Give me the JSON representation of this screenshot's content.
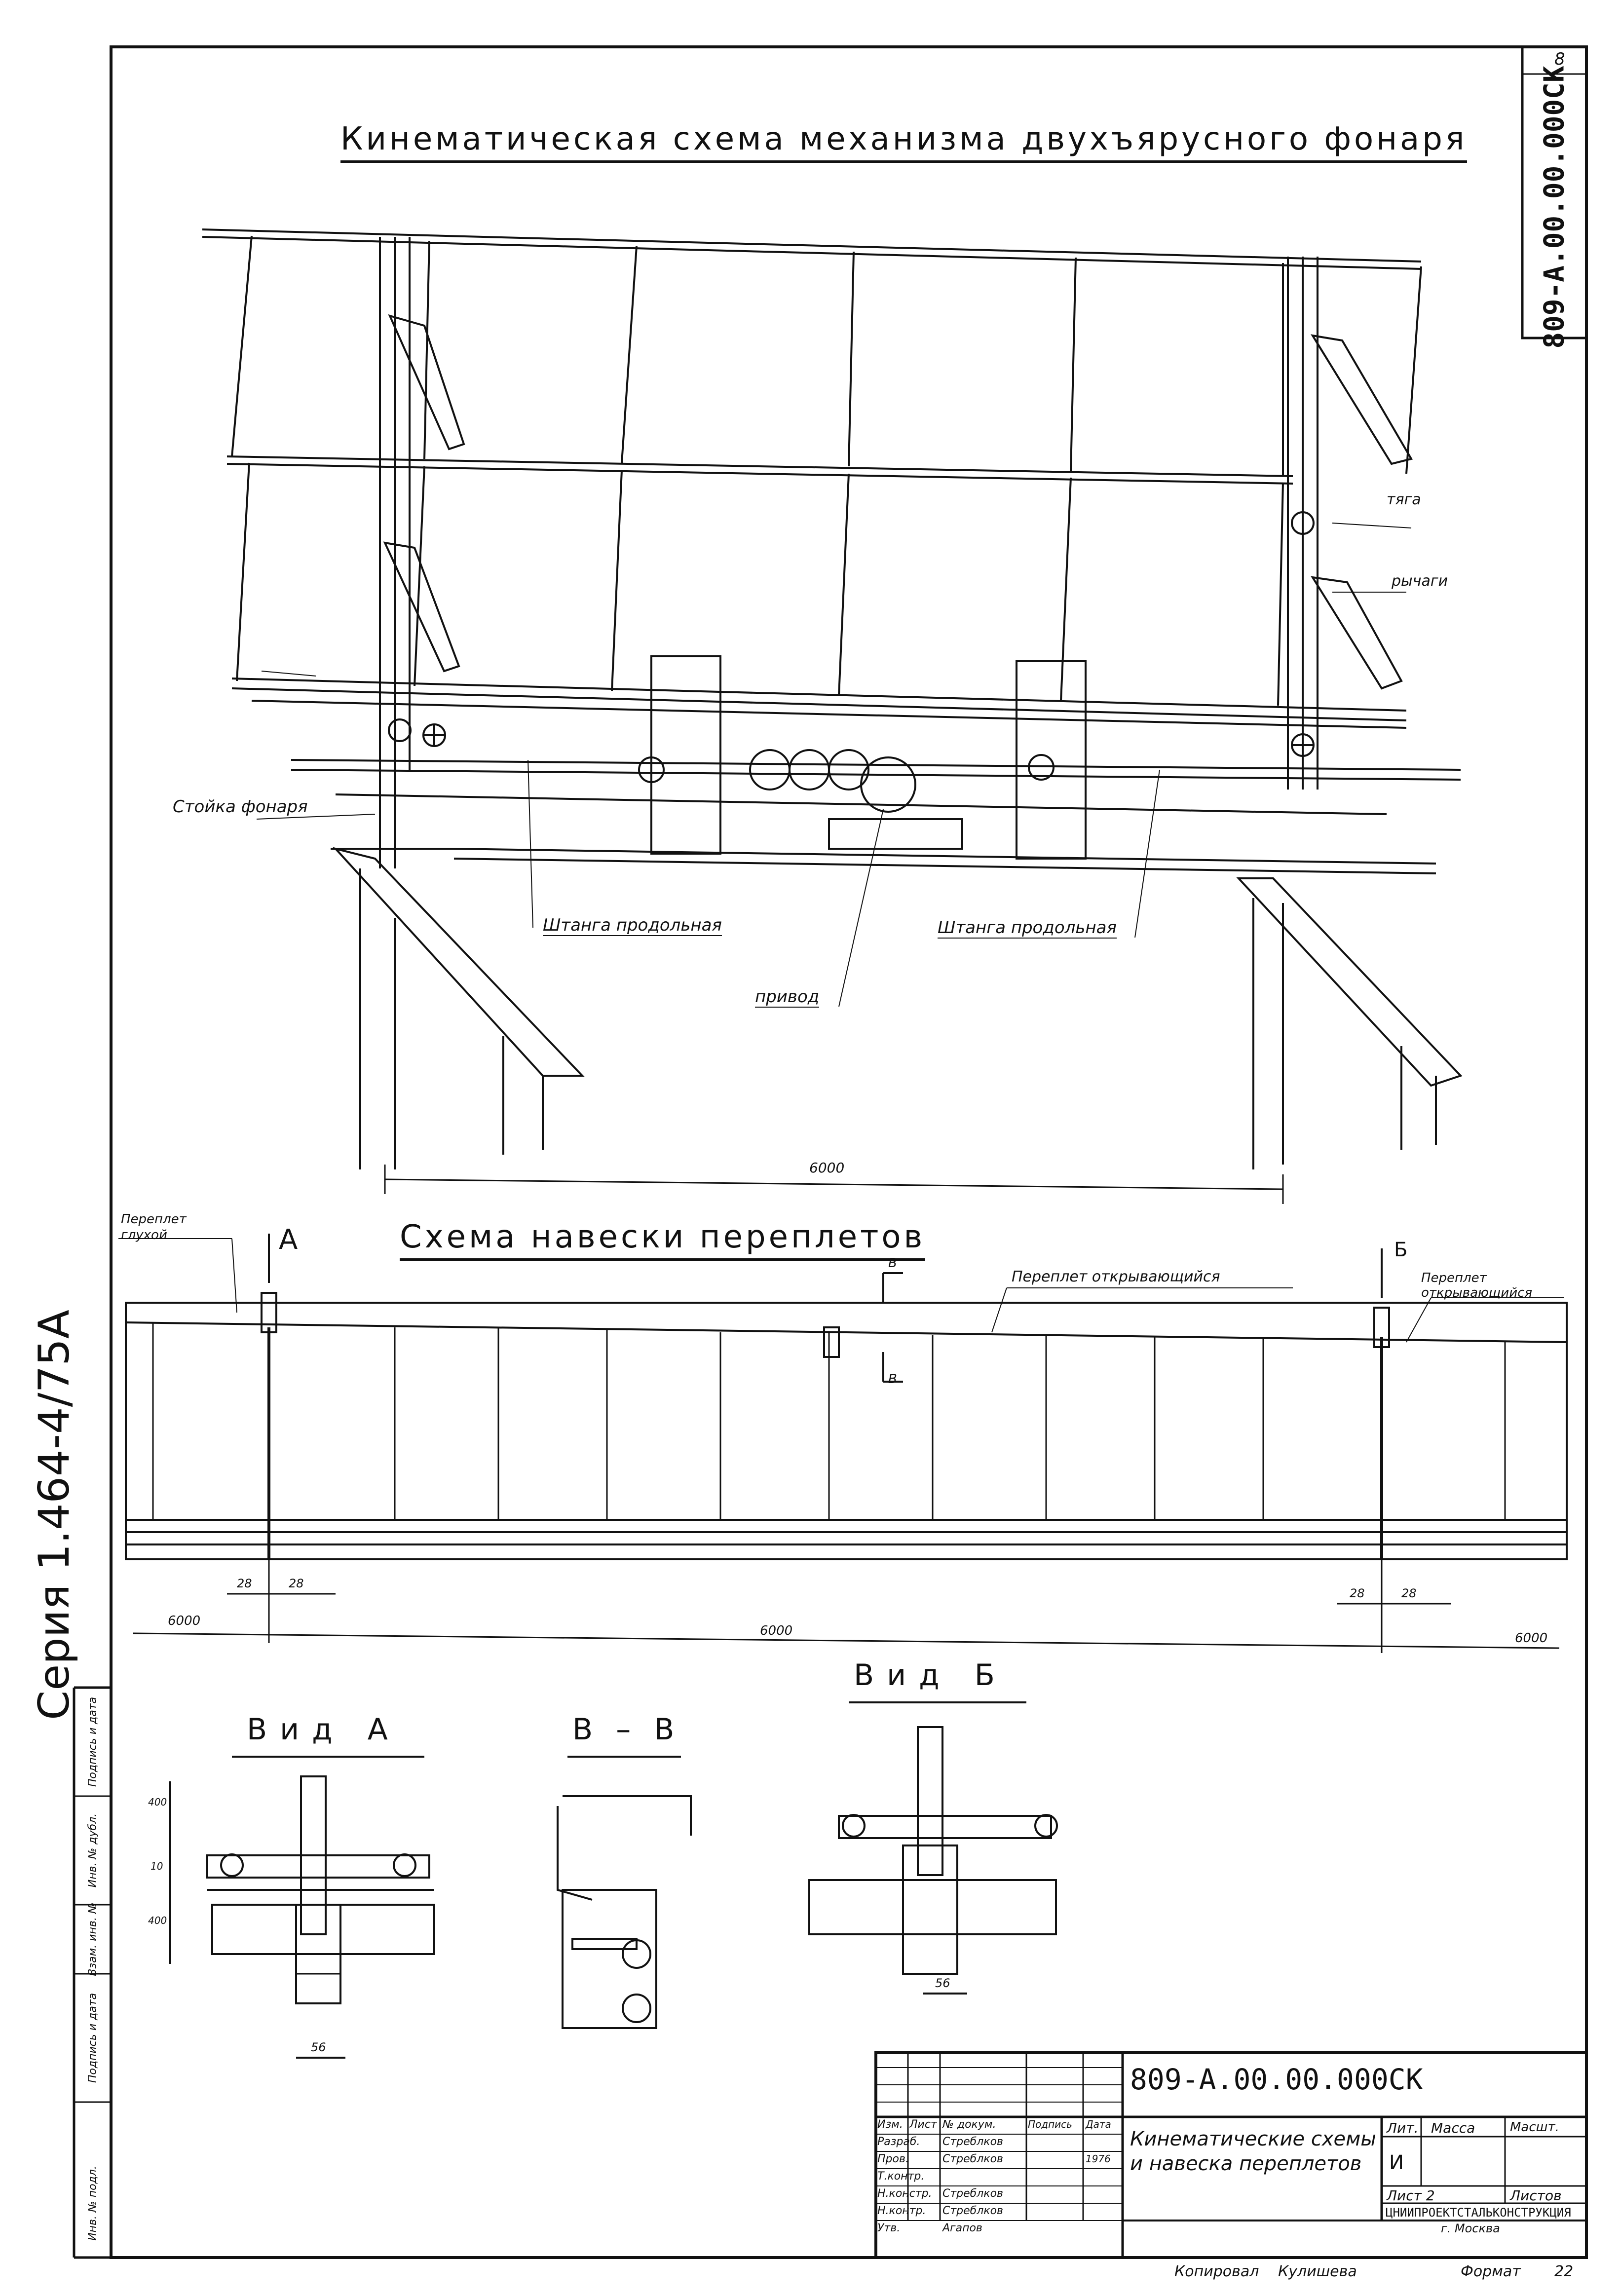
{
  "sheet": {
    "page_number": "8",
    "doc_code_vertical": "809-А.00.00.000СК",
    "series": "Серия 1.464-4/75А"
  },
  "kinematic": {
    "title": "Кинематическая схема механизма двухъярусного фонаря",
    "labels": {
      "tyaga": "тяга",
      "rychagi": "рычаги",
      "stoyka": "Стойка фонаря",
      "shtanga_left": "Штанга продольная",
      "shtanga_right": "Штанга продольная",
      "privod": "привод"
    },
    "dimension": "6000"
  },
  "hanging": {
    "title": "Схема навески переплетов",
    "label_blind": "Переплет глухой",
    "label_open_center": "Переплет открывающийся",
    "label_open_right": "Переплет открывающийся",
    "mark_a": "А",
    "mark_b": "Б",
    "mark_v_top": "В",
    "mark_v_bottom": "В",
    "dims": {
      "left_gap_1": "28",
      "left_gap_2": "28",
      "right_gap_1": "28",
      "right_gap_2": "28",
      "span_left": "6000",
      "span_main": "6000",
      "span_right": "6000"
    }
  },
  "details": {
    "view_a_title": "Вид А",
    "section_vv_title": "В – В",
    "view_b_title": "Вид Б",
    "view_a_dims": {
      "top": "400",
      "mid": "10",
      "bottom": "400",
      "width": "56"
    },
    "view_b_dims": {
      "width": "56"
    }
  },
  "left_stamp": {
    "cells": [
      "Инв. № подл.",
      "Подпись и дата",
      "Взам. инв. №",
      "Инв. № дубл.",
      "Подпись и дата"
    ]
  },
  "title_block": {
    "code": "809-А.00.00.000СК",
    "headers": {
      "izm": "Изм.",
      "list": "Лист",
      "doc": "№ докум.",
      "sign": "Подпись",
      "date": "Дата"
    },
    "rows": [
      {
        "role": "Разраб.",
        "name": "Стреблков"
      },
      {
        "role": "Пров.",
        "name": "Стреблков"
      },
      {
        "role": "Т.контр.",
        "name": ""
      },
      {
        "role": "Н.констр.",
        "name": "Стреблков"
      },
      {
        "role": "Н.контр.",
        "name": "Стреблков"
      },
      {
        "role": "Утв.",
        "name": "Агапов"
      }
    ],
    "year": "1976",
    "doc_title": "Кинематические схемы и навеска переплетов",
    "lit_header": "Лит.",
    "mass_header": "Масса",
    "scale_header": "Масшт.",
    "lit_value": "И",
    "sheet_label": "Лист 2",
    "sheets_label": "Листов",
    "org": "ЦНИИПРОЕКТСТАЛЬКОНСТРУКЦИЯ",
    "city": "г. Москва"
  },
  "footer": {
    "copied_label": "Копировал",
    "copied_name": "Кулишева",
    "format_label": "Формат",
    "format_value": "22"
  }
}
